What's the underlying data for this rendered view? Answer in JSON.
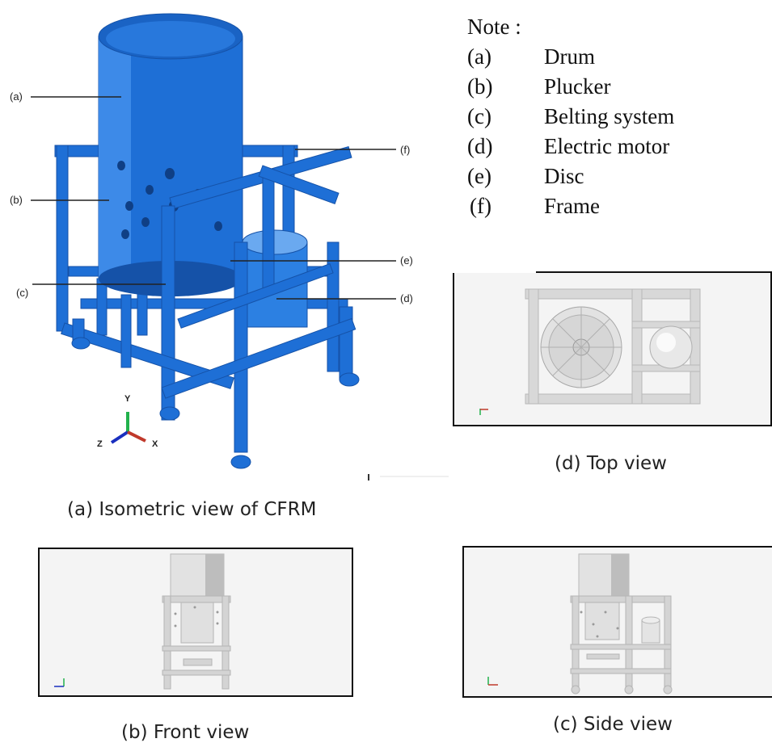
{
  "callouts": {
    "a": "(a)",
    "b": "(b)",
    "c": "(c)",
    "d": "(d)",
    "e": "(e)",
    "f": "(f)"
  },
  "axes": {
    "y": "Y",
    "z": "Z",
    "x": "X"
  },
  "note": {
    "title": "Note :",
    "items": [
      {
        "key": "(a)",
        "label": "Drum"
      },
      {
        "key": "(b)",
        "label": "Plucker"
      },
      {
        "key": "(c)",
        "label": "Belting system"
      },
      {
        "key": "(d)",
        "label": "Electric motor"
      },
      {
        "key": "(e)",
        "label": "Disc"
      },
      {
        "key": "(f)",
        "label": "Frame"
      }
    ]
  },
  "captions": {
    "isometric": "(a) Isometric view of CFRM",
    "front": "(b) Front view",
    "side": "(c) Side view",
    "top": "(d) Top view"
  },
  "colors": {
    "model_blue": "#1e6fd6",
    "model_blue_dark": "#1552a8",
    "view_gray": "#d4d4d4",
    "view_bg": "#f4f4f4"
  }
}
